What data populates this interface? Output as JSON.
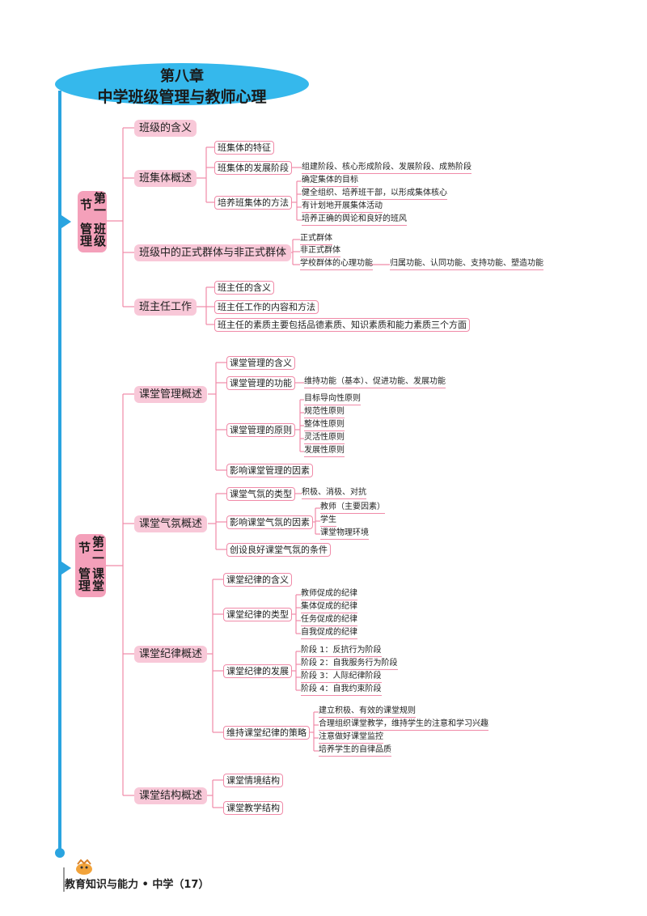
{
  "chapter": {
    "number": "第八章",
    "title": "中学班级管理与教师心理"
  },
  "sections": [
    {
      "label": "第一节",
      "name": "班级管理"
    },
    {
      "label": "第二节",
      "name": "课堂管理"
    }
  ],
  "s1": {
    "topics": [
      "班级的含义",
      "班集体概述",
      "班级中的正式群体与非正式群体",
      "班主任工作"
    ],
    "t2_items": [
      "班集体的特征",
      "班集体的发展阶段",
      "培养班集体的方法"
    ],
    "t2_stages": "组建阶段、核心形成阶段、发展阶段、成熟阶段",
    "t2_methods": [
      "确定集体的目标",
      "健全组织、培养班干部，以形成集体核心",
      "有计划地开展集体活动",
      "培养正确的舆论和良好的班风"
    ],
    "t3_items": [
      "正式群体",
      "非正式群体",
      "学校群体的心理功能"
    ],
    "t3_functions": "归属功能、认同功能、支持功能、塑造功能",
    "t4_items": [
      "班主任的含义",
      "班主任工作的内容和方法",
      "班主任的素质主要包括品德素质、知识素质和能力素质三个方面"
    ]
  },
  "s2": {
    "topics": [
      "课堂管理概述",
      "课堂气氛概述",
      "课堂纪律概述",
      "课堂结构概述"
    ],
    "t1_items": [
      "课堂管理的含义",
      "课堂管理的功能",
      "课堂管理的原则",
      "影响课堂管理的因素"
    ],
    "t1_functions": "维持功能（基本）、促进功能、发展功能",
    "t1_principles": [
      "目标导向性原则",
      "规范性原则",
      "整体性原则",
      "灵活性原则",
      "发展性原则"
    ],
    "t2_items": [
      "课堂气氛的类型",
      "影响课堂气氛的因素",
      "创设良好课堂气氛的条件"
    ],
    "t2_types": "积极、消极、对抗",
    "t2_factors": [
      "教师（主要因素）",
      "学生",
      "课堂物理环境"
    ],
    "t3_items": [
      "课堂纪律的含义",
      "课堂纪律的类型",
      "课堂纪律的发展",
      "维持课堂纪律的策略"
    ],
    "t3_types": [
      "教师促成的纪律",
      "集体促成的纪律",
      "任务促成的纪律",
      "自我促成的纪律"
    ],
    "t3_stages": [
      "阶段 1：反抗行为阶段",
      "阶段 2：自我服务行为阶段",
      "阶段 3：人际纪律阶段",
      "阶段 4：自我约束阶段"
    ],
    "t3_strategies": [
      "建立积极、有效的课堂规则",
      "合理组织课堂教学，维持学生的注意和学习兴趣",
      "注意做好课堂监控",
      "培养学生的自律品质"
    ],
    "t4_items": [
      "课堂情境结构",
      "课堂教学结构"
    ]
  },
  "footer": "教育知识与能力 • 中学（17）",
  "colors": {
    "spine": "#2aa4e0",
    "section": "#f4a0ba",
    "pill": "#f8c8d8",
    "border": "#f08aa8"
  }
}
